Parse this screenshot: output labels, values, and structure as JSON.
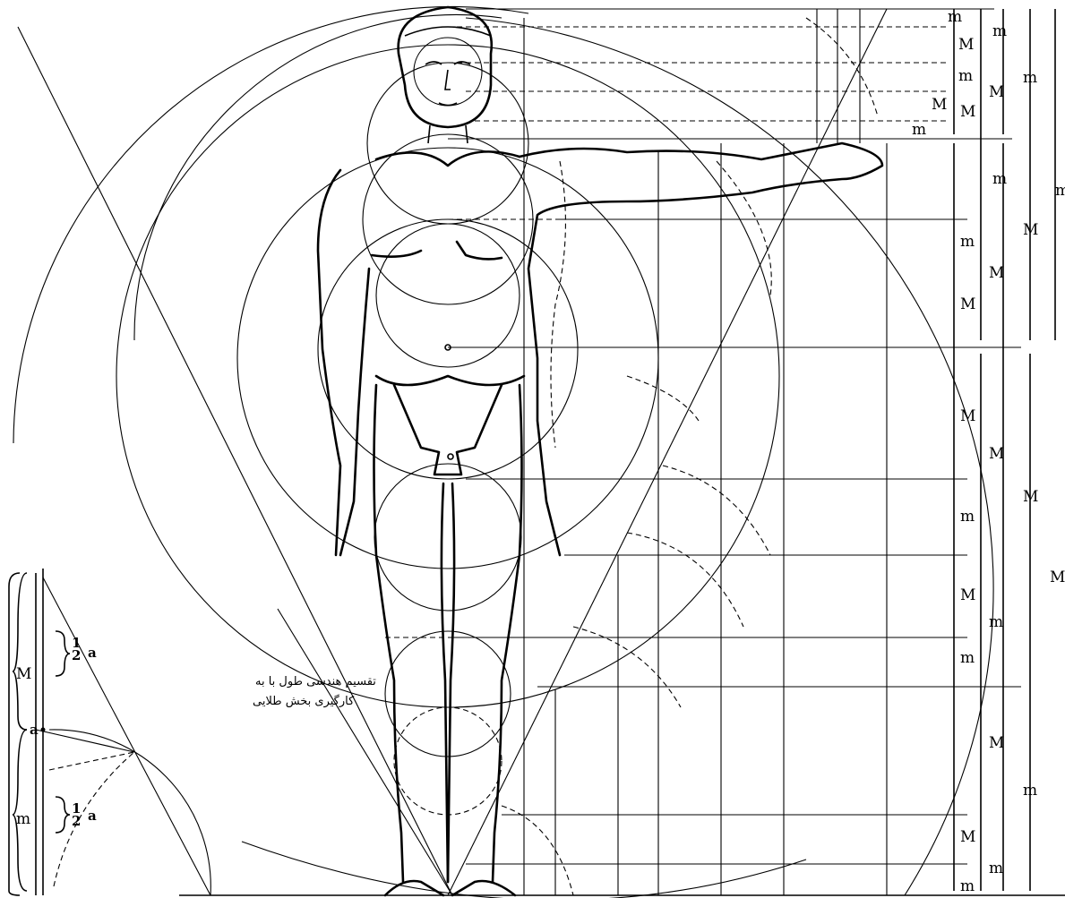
{
  "caption": {
    "line1": "تقسیم هندسی طول با به",
    "line2": "کارگیری بخش طلایی"
  },
  "labels": {
    "big": "M",
    "small": "m",
    "a": "a",
    "half": "1/2",
    "half_num": "1",
    "half_den": "2"
  }
}
